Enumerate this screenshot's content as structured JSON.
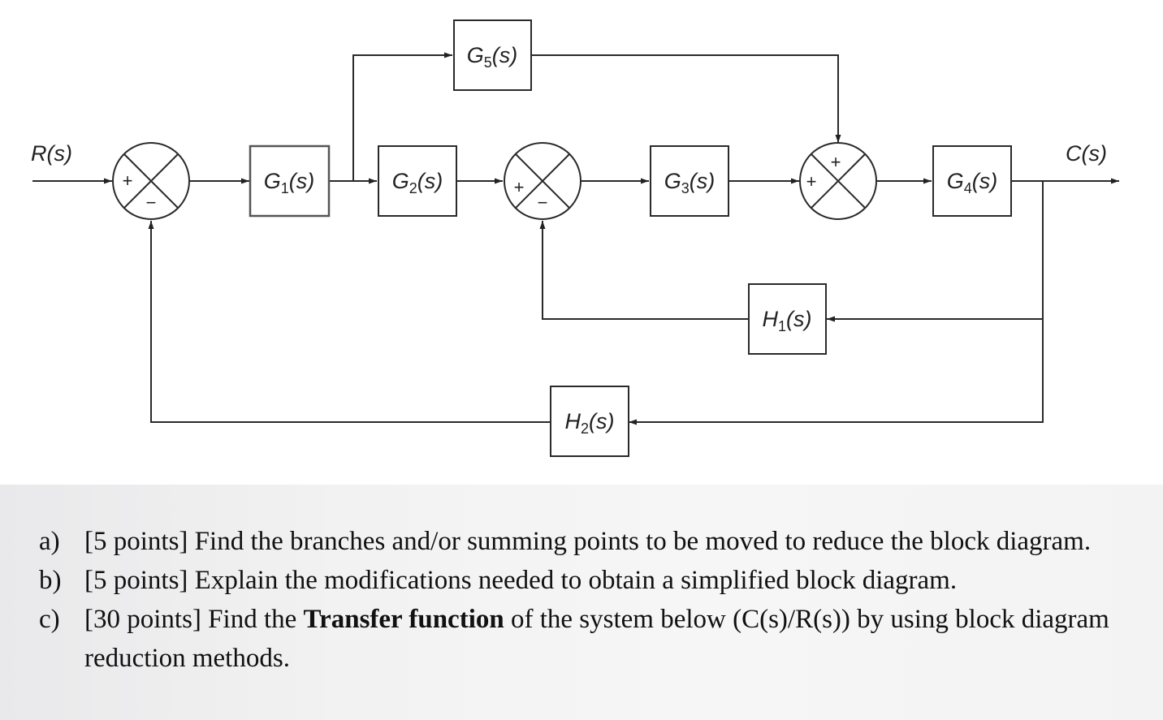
{
  "diagram": {
    "input_label": "R(s)",
    "output_label": "C(s)",
    "blocks": {
      "G1": {
        "name": "G",
        "sub": "1",
        "tail": "(s)"
      },
      "G2": {
        "name": "G",
        "sub": "2",
        "tail": "(s)"
      },
      "G3": {
        "name": "G",
        "sub": "3",
        "tail": "(s)"
      },
      "G4": {
        "name": "G",
        "sub": "4",
        "tail": "(s)"
      },
      "G5": {
        "name": "G",
        "sub": "5",
        "tail": "(s)"
      },
      "H1": {
        "name": "H",
        "sub": "1",
        "tail": "(s)"
      },
      "H2": {
        "name": "H",
        "sub": "2",
        "tail": "(s)"
      }
    },
    "summing_junctions": [
      {
        "id": "S1",
        "left_sign": "+",
        "bottom_sign": "−"
      },
      {
        "id": "S2",
        "left_sign": "+",
        "bottom_sign": "−"
      },
      {
        "id": "S3",
        "left_sign": "+",
        "top_sign": "+"
      }
    ]
  },
  "questions": [
    {
      "marker": "a)",
      "points": "[5 points]",
      "text_before": "Find the branches and/or summing points to be moved to reduce the block diagram.",
      "bold": "",
      "text_after": ""
    },
    {
      "marker": "b)",
      "points": "[5 points]",
      "text_before": "Explain the modifications needed to obtain a simplified block diagram.",
      "bold": "",
      "text_after": ""
    },
    {
      "marker": "c)",
      "points": "[30 points]",
      "text_before": "Find the ",
      "bold": "Transfer function",
      "text_after": " of the system below (C(s)/R(s)) by using block diagram reduction methods."
    }
  ]
}
